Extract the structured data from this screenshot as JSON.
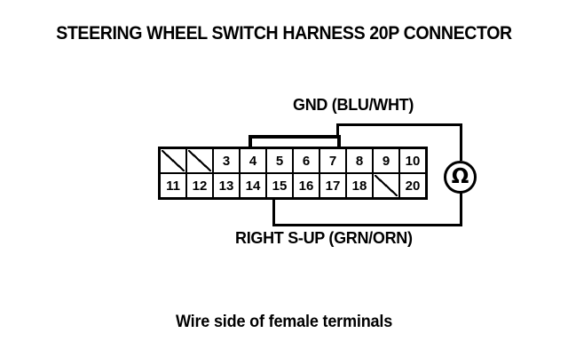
{
  "title": "STEERING WHEEL SWITCH HARNESS 20P CONNECTOR",
  "caption": "Wire side of female terminals",
  "colors": {
    "ink": "#000000",
    "background": "#ffffff"
  },
  "connector": {
    "name": "Steering wheel switch harness 20P connector",
    "pin_count": 20,
    "columns": 10,
    "rows": 2,
    "top_row": [
      {
        "label": "",
        "blank": true
      },
      {
        "label": "",
        "blank": true
      },
      {
        "label": "3",
        "blank": false
      },
      {
        "label": "4",
        "blank": false
      },
      {
        "label": "5",
        "blank": false
      },
      {
        "label": "6",
        "blank": false
      },
      {
        "label": "7",
        "blank": false
      },
      {
        "label": "8",
        "blank": false
      },
      {
        "label": "9",
        "blank": false
      },
      {
        "label": "10",
        "blank": false
      }
    ],
    "bottom_row": [
      {
        "label": "11",
        "blank": false
      },
      {
        "label": "12",
        "blank": false
      },
      {
        "label": "13",
        "blank": false
      },
      {
        "label": "14",
        "blank": false
      },
      {
        "label": "15",
        "blank": false
      },
      {
        "label": "16",
        "blank": false
      },
      {
        "label": "17",
        "blank": false
      },
      {
        "label": "18",
        "blank": false
      },
      {
        "label": "",
        "blank": true
      },
      {
        "label": "20",
        "blank": false
      }
    ]
  },
  "wires": {
    "ground": {
      "label": "GND (BLU/WHT)",
      "signal": "GND",
      "wire_colors": "BLU/WHT"
    },
    "right_switch_up": {
      "label": "RIGHT S-UP (GRN/ORN)",
      "signal": "RIGHT S-UP",
      "wire_colors": "GRN/ORN"
    }
  },
  "meter": {
    "symbol": "Ω",
    "type": "ohmmeter"
  }
}
